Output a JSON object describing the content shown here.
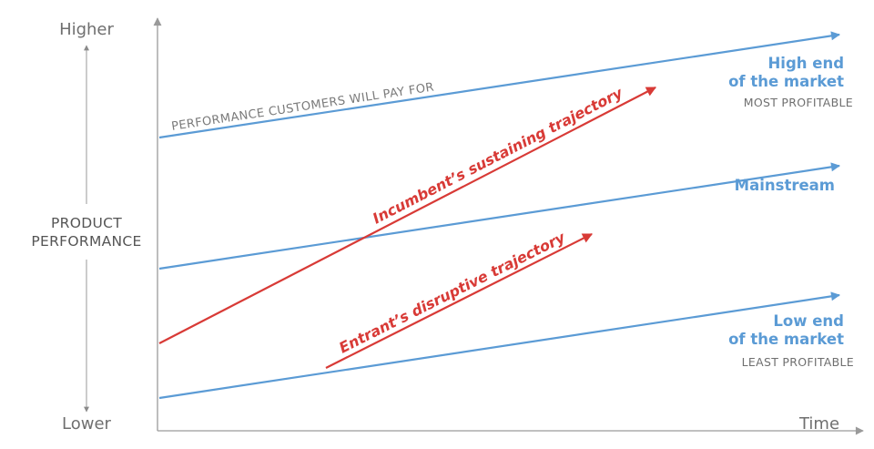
{
  "axes": {
    "y_top": "Higher",
    "y_bottom": "Lower",
    "y_title_line1": "PRODUCT",
    "y_title_line2": "PERFORMANCE",
    "x_label": "Time"
  },
  "markets": {
    "high": {
      "line1": "High end",
      "line2": "of the market",
      "caption": "MOST PROFITABLE"
    },
    "mainstream": {
      "label": "Mainstream"
    },
    "low": {
      "line1": "Low end",
      "line2": "of the market",
      "caption": "LEAST PROFITABLE"
    }
  },
  "performance_line_label": "PERFORMANCE CUSTOMERS WILL PAY FOR",
  "trajectories": {
    "incumbent": "Incumbent’s sustaining trajectory",
    "entrant": "Entrant’s disruptive trajectory"
  },
  "colors": {
    "blue": "#5b9bd5",
    "red": "#d83a36",
    "axis": "#9a9a9a"
  }
}
